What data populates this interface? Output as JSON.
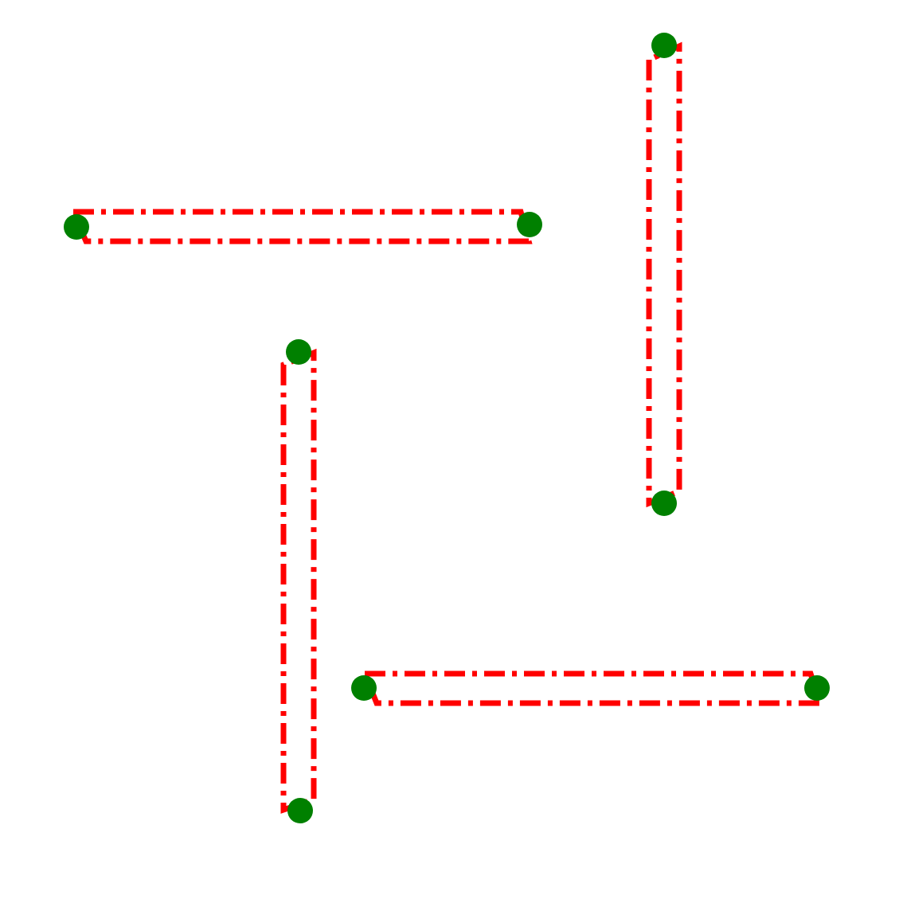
{
  "colors": {
    "background": "#ffffff",
    "outline": "#ff0000",
    "endpoint": "#008000"
  },
  "shapes": [
    {
      "id": "shape-top-left",
      "orientation": "horizontal"
    },
    {
      "id": "shape-top-right",
      "orientation": "vertical"
    },
    {
      "id": "shape-bottom-left",
      "orientation": "vertical"
    },
    {
      "id": "shape-bottom-right",
      "orientation": "horizontal"
    }
  ]
}
